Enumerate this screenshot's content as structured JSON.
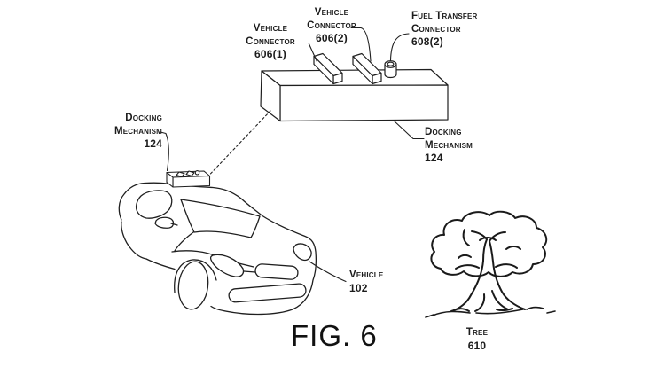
{
  "figure_caption": "FIG. 6",
  "ink_color": "#1f1f1f",
  "background_color": "#ffffff",
  "labels": {
    "vehicle_connector_1": {
      "line1": "Vehicle",
      "line2": "Connector",
      "ref": "606(1)"
    },
    "vehicle_connector_2": {
      "line1": "Vehicle",
      "line2": "Connector",
      "ref": "606(2)"
    },
    "fuel_transfer_connector": {
      "line1": "Fuel Transfer",
      "line2": "Connector",
      "ref": "608(2)"
    },
    "docking_mechanism_left": {
      "line1": "Docking",
      "line2": "Mechanism",
      "ref": "124"
    },
    "docking_mechanism_right": {
      "line1": "Docking",
      "line2": "Mechanism",
      "ref": "124"
    },
    "vehicle": {
      "line1": "Vehicle",
      "ref": "102"
    },
    "tree": {
      "line1": "Tree",
      "ref": "610"
    }
  }
}
